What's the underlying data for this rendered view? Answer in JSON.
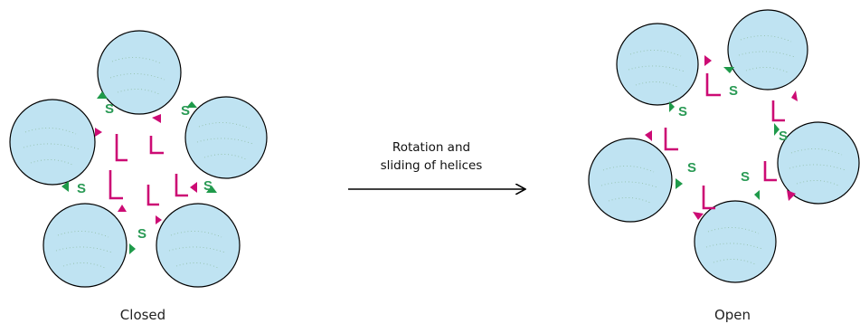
{
  "labels": {
    "closed": "Closed",
    "open": "Open",
    "arrow_line1": "Rotation and",
    "arrow_line2": "sliding of helices",
    "large_residue": "L",
    "small_residue": "S"
  },
  "colors": {
    "helix_fill": "#bfe3f2",
    "large_residue": "#cc0b74",
    "small_residue": "#1f9a4a"
  }
}
